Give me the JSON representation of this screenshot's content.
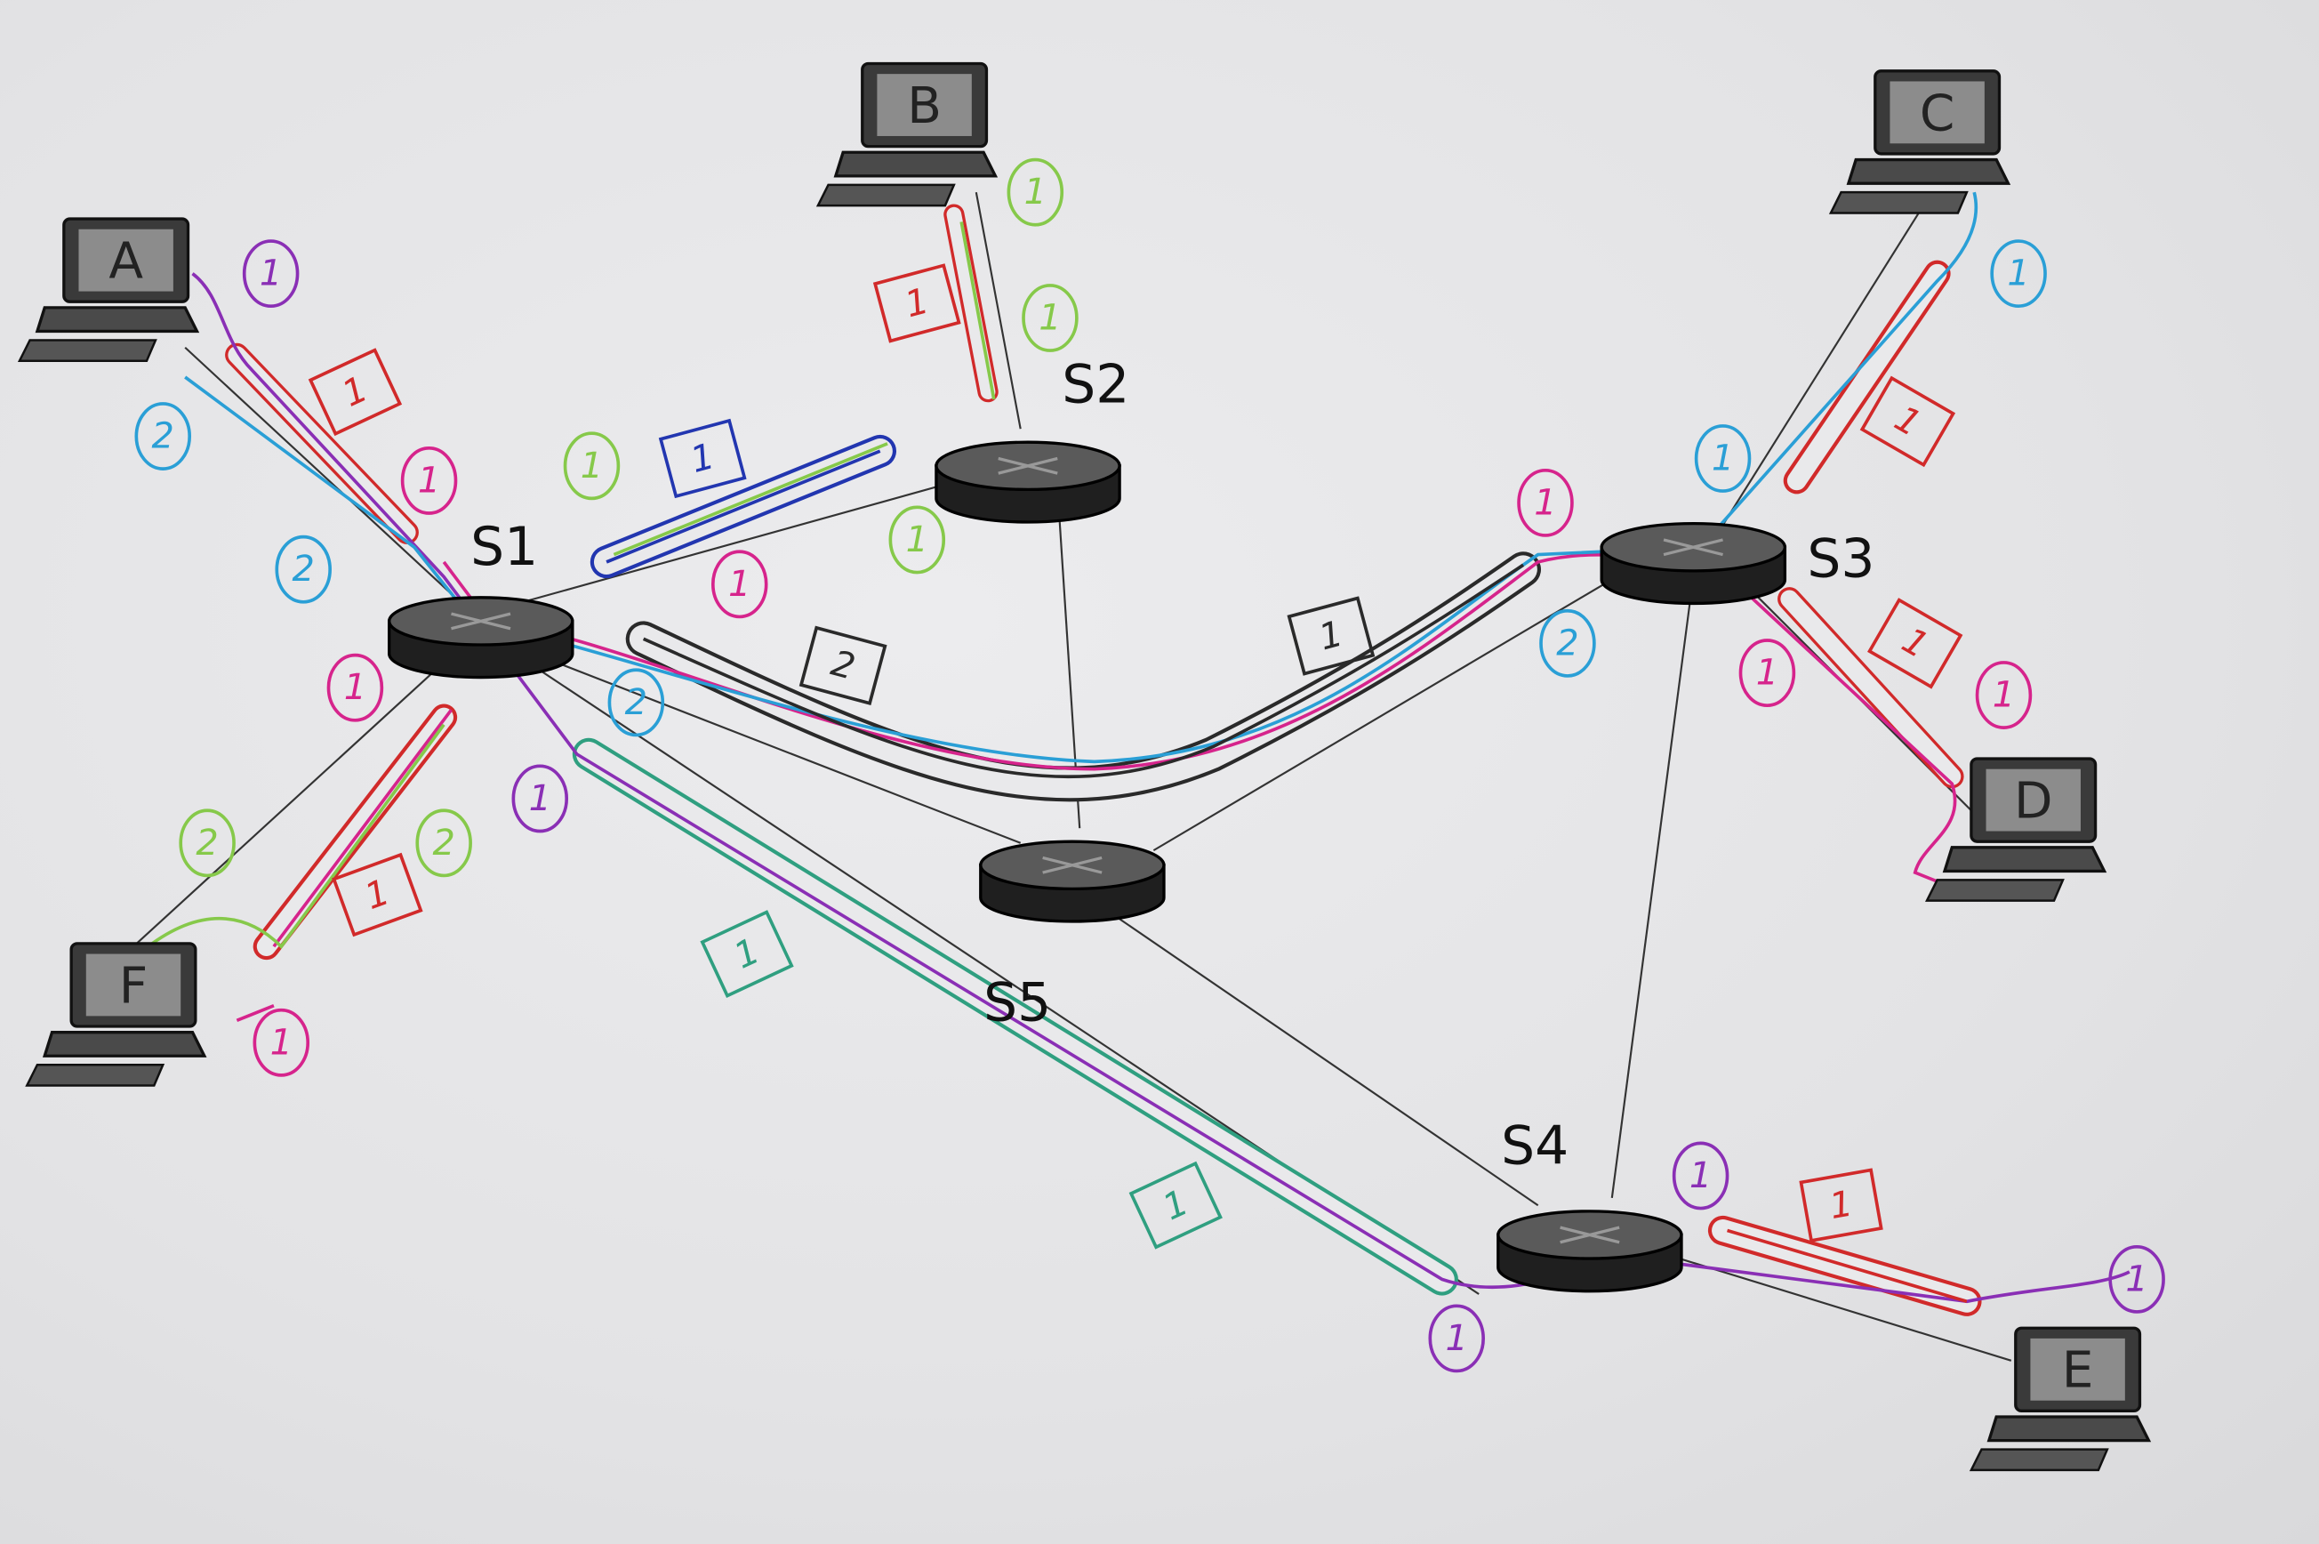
{
  "hosts": [
    {
      "id": "A",
      "label": "A"
    },
    {
      "id": "B",
      "label": "B"
    },
    {
      "id": "C",
      "label": "C"
    },
    {
      "id": "D",
      "label": "D"
    },
    {
      "id": "E",
      "label": "E"
    },
    {
      "id": "F",
      "label": "F"
    }
  ],
  "switches": [
    {
      "id": "S1",
      "label": "S1"
    },
    {
      "id": "S2",
      "label": "S2"
    },
    {
      "id": "S3",
      "label": "S3"
    },
    {
      "id": "S4",
      "label": "S4"
    },
    {
      "id": "S5",
      "label": "S5"
    }
  ],
  "colors": {
    "purple": "#8a2fb5",
    "pink": "#d6248c",
    "cyan": "#2a9fd6",
    "green": "#86c94a",
    "red": "#d12a2a",
    "navy": "#2236b0",
    "black": "#2a2a2a",
    "teal": "#2f9f80"
  },
  "circle_labels": [
    {
      "color": "purple",
      "value": "1"
    },
    {
      "color": "purple",
      "value": "1"
    },
    {
      "color": "purple",
      "value": "1"
    },
    {
      "color": "purple",
      "value": "1"
    },
    {
      "color": "purple",
      "value": "1"
    },
    {
      "color": "pink",
      "value": "1"
    },
    {
      "color": "pink",
      "value": "1"
    },
    {
      "color": "pink",
      "value": "1"
    },
    {
      "color": "pink",
      "value": "1"
    },
    {
      "color": "pink",
      "value": "1"
    },
    {
      "color": "pink",
      "value": "1"
    },
    {
      "color": "pink",
      "value": "1"
    },
    {
      "color": "cyan",
      "value": "2"
    },
    {
      "color": "cyan",
      "value": "2"
    },
    {
      "color": "cyan",
      "value": "2"
    },
    {
      "color": "cyan",
      "value": "1"
    },
    {
      "color": "cyan",
      "value": "1"
    },
    {
      "color": "cyan",
      "value": "2"
    },
    {
      "color": "green",
      "value": "1"
    },
    {
      "color": "green",
      "value": "1"
    },
    {
      "color": "green",
      "value": "1"
    },
    {
      "color": "green",
      "value": "1"
    },
    {
      "color": "green",
      "value": "2"
    },
    {
      "color": "green",
      "value": "2"
    }
  ],
  "box_labels": [
    {
      "color": "red",
      "value": "1"
    },
    {
      "color": "red",
      "value": "1"
    },
    {
      "color": "red",
      "value": "1"
    },
    {
      "color": "red",
      "value": "1"
    },
    {
      "color": "red",
      "value": "1"
    },
    {
      "color": "red",
      "value": "1"
    },
    {
      "color": "navy",
      "value": "1"
    },
    {
      "color": "black",
      "value": "2"
    },
    {
      "color": "black",
      "value": "1"
    },
    {
      "color": "teal",
      "value": "1"
    },
    {
      "color": "teal",
      "value": "1"
    }
  ]
}
